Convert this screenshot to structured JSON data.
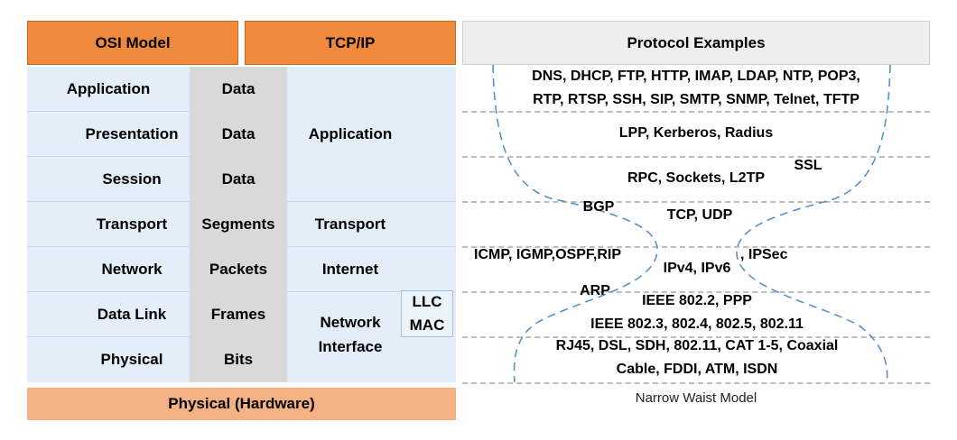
{
  "headers": {
    "osi": "OSI Model",
    "tcpip": "TCP/IP",
    "protocols": "Protocol Examples"
  },
  "osi_layers": [
    "Application",
    "Presentation",
    "Session",
    "Transport",
    "Network",
    "Data Link",
    "Physical"
  ],
  "data_units": [
    "Data",
    "Data",
    "Data",
    "Segments",
    "Packets",
    "Frames",
    "Bits"
  ],
  "tcpip_layers": {
    "application": "Application",
    "transport": "Transport",
    "internet": "Internet",
    "network_interface_line1": "Network",
    "network_interface_line2": "Interface",
    "llc": "LLC",
    "mac": "MAC"
  },
  "hardware": "Physical (Hardware)",
  "protocols": {
    "app_line1": "DNS, DHCP, FTP, HTTP, IMAP, LDAP, NTP, POP3,",
    "app_line2": "RTP, RTSP, SSH, SIP, SMTP, SNMP, Telnet, TFTP",
    "presentation": "LPP, Kerberos, Radius",
    "session": "RPC, Sockets, L2TP",
    "ssl": "SSL",
    "bgp": "BGP",
    "transport": "TCP, UDP",
    "internet_left": "ICMP, IGMP,OSPF,RIP",
    "internet_mid": "IPv4, IPv6",
    "internet_right": ", IPSec",
    "arp": "ARP",
    "datalink_line1": "IEEE 802.2, PPP",
    "datalink_line2": "IEEE 802.3, 802.4, 802.5, 802.11",
    "physical_line1": "RJ45, DSL, SDH, 802.11, CAT 1-5, Coaxial",
    "physical_line2": "Cable, FDDI, ATM, ISDN"
  },
  "caption": "Narrow Waist Model",
  "colors": {
    "header_orange": "#ef8a3c",
    "hardware_orange": "#f4b183",
    "osi_background": "#e4eef8",
    "data_unit_grey": "#d9d9d9",
    "waist_line_blue": "#5b8fc9"
  }
}
